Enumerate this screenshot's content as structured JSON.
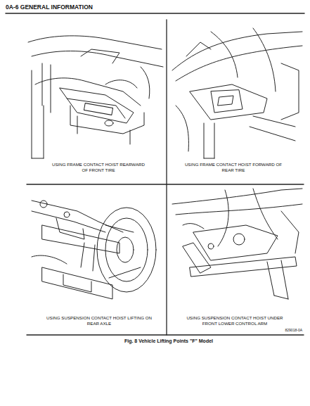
{
  "diagram": {
    "title": "0A-6 GENERAL INFORMATION",
    "caption": "Fig. 8 Vehicle Lifting Points \"F\" Model",
    "labels": [
      "USING FRAME CONTACT HOIST REARWARD OF FRONT TIRE",
      "USING FRAME CONTACT HOIST FORWARD OF REAR TIRE",
      "USING SUSPENSION CONTACT HOIST LIFTING ON REAR AXLE",
      "USING SUSPENSION CONTACT HOIST UNDER FRONT LOWER CONTROL ARM",
      "829018-0A"
    ]
  }
}
